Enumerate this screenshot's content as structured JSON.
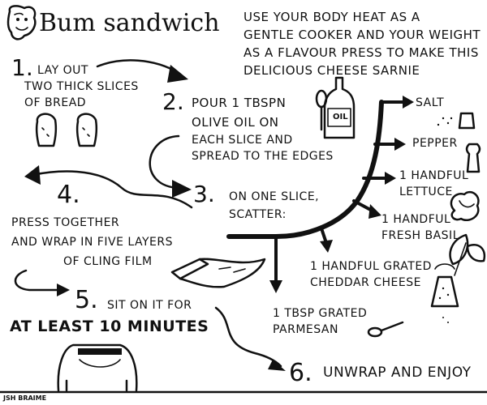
{
  "title": "Bum sandwich",
  "intro": [
    "USE YOUR BODY HEAT AS A",
    "GENTLE COOKER AND YOUR WEIGHT",
    "AS A FLAVOUR PRESS TO MAKE THIS",
    "DELICIOUS CHEESE SARNIE"
  ],
  "steps": {
    "s1": {
      "num": "1.",
      "lines": [
        "LAY OUT",
        "TWO THICK SLICES",
        "OF BREAD"
      ]
    },
    "s2": {
      "num": "2.",
      "lines": [
        "POUR 1 TBSPN",
        "OLIVE OIL ON",
        "EACH SLICE AND",
        "SPREAD TO THE EDGES"
      ]
    },
    "s3": {
      "num": "3.",
      "lines": [
        "ON ONE SLICE,",
        "SCATTER:"
      ]
    },
    "s4": {
      "num": "4.",
      "lines": [
        "PRESS TOGETHER",
        "AND WRAP IN FIVE LAYERS",
        "OF CLING FILM"
      ]
    },
    "s5": {
      "num": "5.",
      "lines": [
        "SIT ON IT FOR",
        "AT LEAST 10 MINUTES"
      ]
    },
    "s6": {
      "num": "6.",
      "lines": [
        "UNWRAP AND ENJOY"
      ]
    }
  },
  "ingredients": [
    "SALT",
    "PEPPER",
    "1 HANDFUL",
    "LETTUCE",
    "1 HANDFUL",
    "FRESH BASIL",
    "1 HANDFUL GRATED",
    "CHEDDAR CHEESE",
    "1 TBSP GRATED",
    "PARMESAN"
  ],
  "oil_label": "OIL",
  "signature": "JSH BRAIME"
}
